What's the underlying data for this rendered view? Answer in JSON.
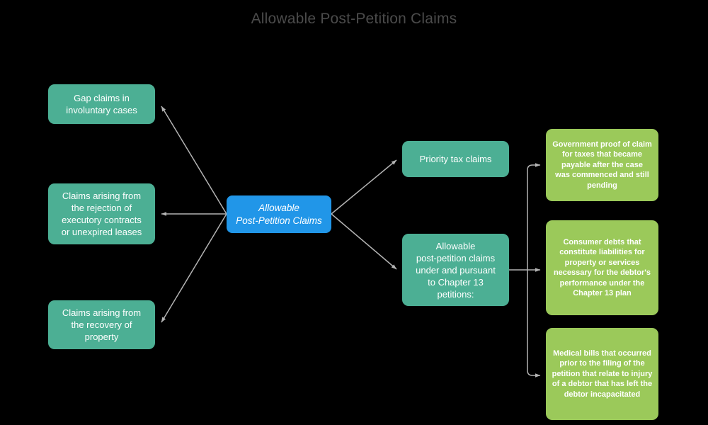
{
  "title": "Allowable Post-Petition Claims",
  "colors": {
    "background": "#000000",
    "title_text": "#4b4b4b",
    "teal_node": "#4CAF94",
    "blue_node": "#2196E8",
    "green_node": "#9BC95A",
    "edge": "#b3b3b3",
    "node_text": "#ffffff"
  },
  "center_node": {
    "label": "Allowable\nPost-Petition Claims"
  },
  "left_nodes": [
    {
      "label": "Gap claims in\ninvoluntary cases"
    },
    {
      "label": "Claims arising from\nthe rejection of\nexecutory contracts\nor unexpired leases"
    },
    {
      "label": "Claims arising from\nthe recovery of\nproperty"
    }
  ],
  "right_nodes": [
    {
      "label": "Priority tax claims"
    },
    {
      "label": "Allowable\npost-petition claims\nunder and pursuant\nto Chapter 13\npetitions:"
    }
  ],
  "detail_nodes": [
    {
      "label": "Government proof of claim\nfor taxes that became\npayable after the case\nwas commenced and still\npending"
    },
    {
      "label": "Consumer debts that\nconstitute liabilities for\nproperty or services\nnecessary for the debtor's\nperformance under the\nChapter 13 plan"
    },
    {
      "label": "Medical bills that occurred\nprior to the filing of the\npetition that relate to injury\nof a debtor that has left the\ndebtor incapacitated"
    }
  ]
}
